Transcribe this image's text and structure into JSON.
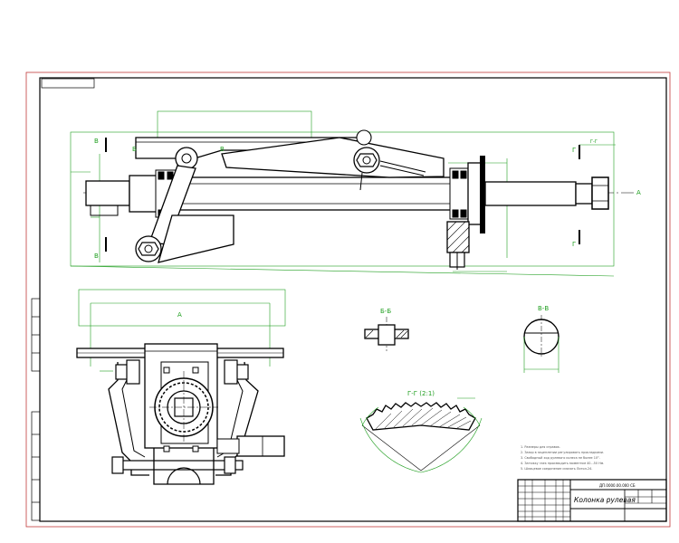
{
  "title_block": {
    "stamp": "ДП.0000.00.000 СБ",
    "name": "Колонка рулевая"
  },
  "sections": {
    "main_A": "А",
    "view_A": "А",
    "sec_B_left": "В",
    "sec_B_left_bottom": "В",
    "sec_B_top": "Б",
    "sec_V_top": "В",
    "sec_G_top": "Г",
    "sec_G_bottom": "Г",
    "sec_G_label": "Г-Г",
    "sec_BB": "Б-Б",
    "sec_VV": "В-В",
    "gear_view": "Г-Г (2:1)"
  },
  "notes": [
    "1. Размеры для справок.",
    "2. Зазор в зацеплении регулировать прокладками.",
    "3. Свободный ход рулевого колеса не более 10°.",
    "4. Затяжку гаек производить моментом 40...50 Нм.",
    "5. Шлицевое соединение смазать Литол-24."
  ],
  "colors": {
    "line": "#000000",
    "dim": "#1f9e1f",
    "frame": "#c23a3a"
  }
}
